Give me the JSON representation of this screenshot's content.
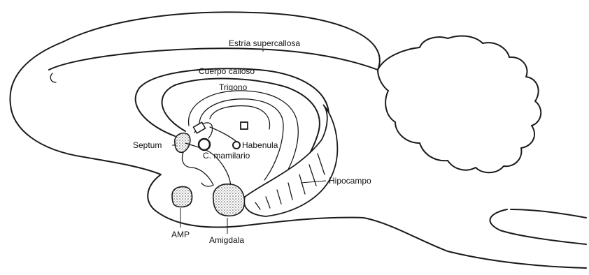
{
  "labels": {
    "estria": "Estría supercallosa",
    "cuerpo": "Cuerpo calloso",
    "trigono": "Trigono",
    "septum": "Septum",
    "habenula": "Habenula",
    "mamilar": "C. mamilario",
    "hipocampo": "Hipocampo",
    "amp": "AMP",
    "amigdala": "Amigdala"
  }
}
